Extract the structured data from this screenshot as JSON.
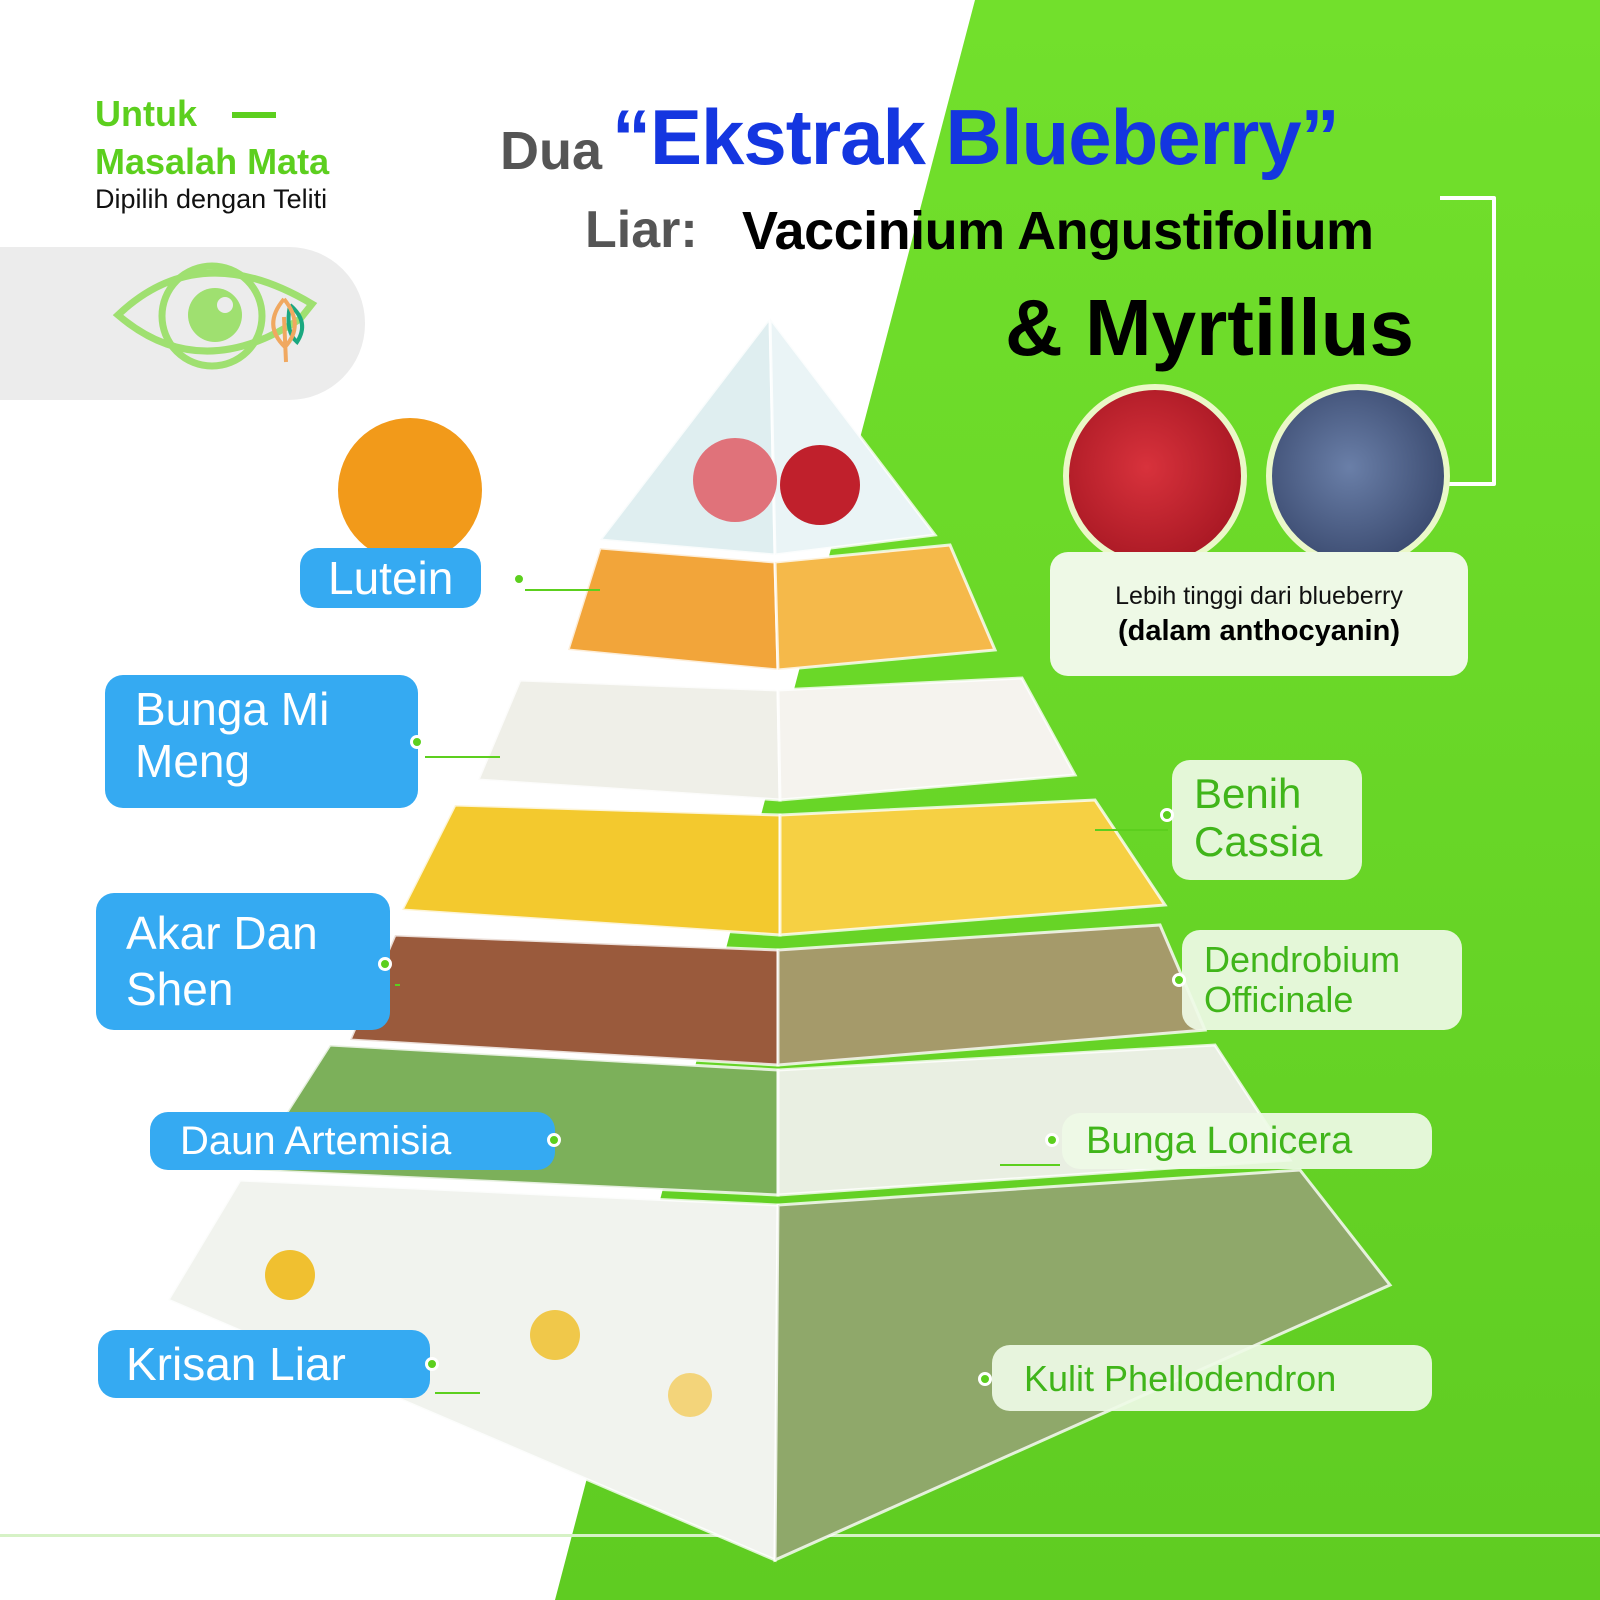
{
  "colors": {
    "accent_green": "#6ee02a",
    "label_blue": "#35aaf2",
    "title_blue": "#1436e0",
    "label_green_text": "#40b51a"
  },
  "header": {
    "line1": "Untuk",
    "line2": "Masalah Mata",
    "line3": "Dipilih dengan Teliti",
    "icon": "eye-leaf-icon"
  },
  "title": {
    "prefix": "Dua",
    "highlight": "“Ekstrak Blueberry”",
    "liar": "Liar:",
    "species1": "Vaccinium Angustifolium",
    "species2": "& Myrtillus"
  },
  "berry_note": {
    "line1": "Lebih tinggi dari blueberry",
    "line2": "(dalam anthocyanin)"
  },
  "left_labels": [
    "Lutein",
    "Bunga Mi Meng",
    "Akar Dan Shen",
    "Daun Artemisia",
    "Krisan Liar"
  ],
  "right_labels": [
    "Benih Cassia",
    "Dendrobium Officinale",
    "Bunga Lonicera",
    "Kulit Phellodendron"
  ]
}
